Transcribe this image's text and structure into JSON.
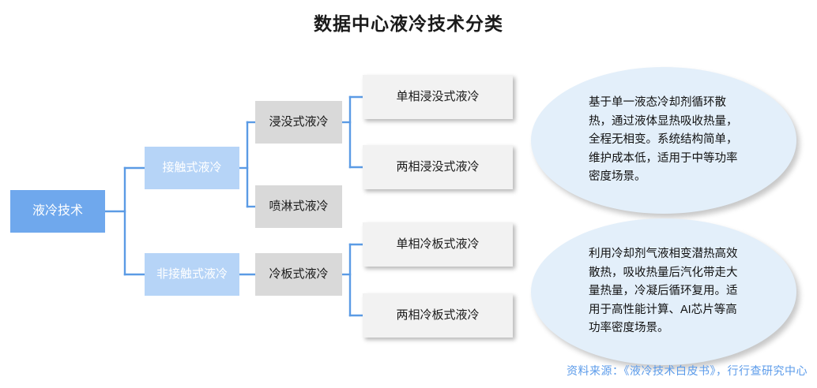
{
  "title": "数据中心液冷技术分类",
  "colors": {
    "root_fill": "#6FA8ED",
    "level2_fill": "#B6D4F7",
    "level3_fill": "#D9D9D9",
    "leaf_fill": "#F2F2F2",
    "callout_fill": "#E3EFFA",
    "connector": "#5B9BE5",
    "source_text": "#5B9BEA",
    "title_text": "#1A1A1A"
  },
  "tree": {
    "root": {
      "label": "液冷技术"
    },
    "level2": [
      {
        "label": "接触式液冷"
      },
      {
        "label": "非接触式液冷"
      }
    ],
    "level3": [
      {
        "label": "浸没式液冷"
      },
      {
        "label": "喷淋式液冷"
      },
      {
        "label": "冷板式液冷"
      }
    ],
    "leaves": [
      {
        "label": "单相浸没式液冷"
      },
      {
        "label": "两相浸没式液冷"
      },
      {
        "label": "单相冷板式液冷"
      },
      {
        "label": "两相冷板式液冷"
      }
    ]
  },
  "callouts": [
    {
      "text": "基于单一液态冷却剂循环散热，通过液体显热吸收热量，全程无相变。系统结构简单，维护成本低，适用于中等功率密度场景。"
    },
    {
      "text": "利用冷却剂气液相变潜热高效散热，吸收热量后汽化带走大量热量，冷凝后循环复用。适用于高性能计算、AI芯片等高功率密度场景。"
    }
  ],
  "source": "资料来源：《液冷技术白皮书》，行行查研究中心"
}
